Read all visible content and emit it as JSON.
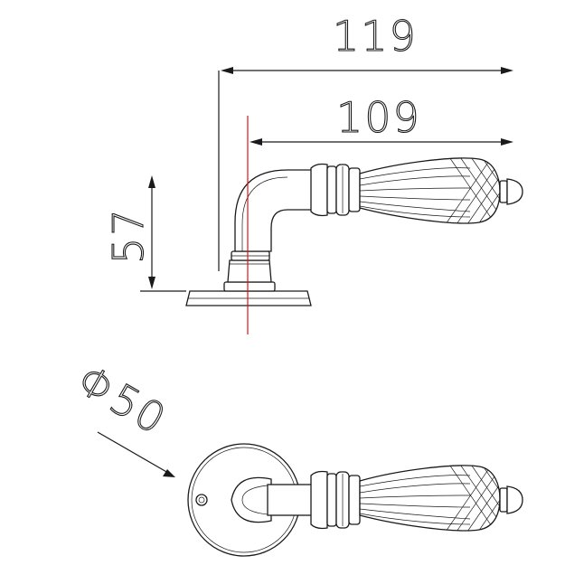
{
  "drawing": {
    "dimensions": {
      "overall_length": "119",
      "lever_length": "109",
      "height": "57",
      "rose_diameter": "Φ50"
    },
    "colors": {
      "line": "#1a1a1a",
      "centerline": "#d9141b",
      "background": "#ffffff"
    }
  }
}
